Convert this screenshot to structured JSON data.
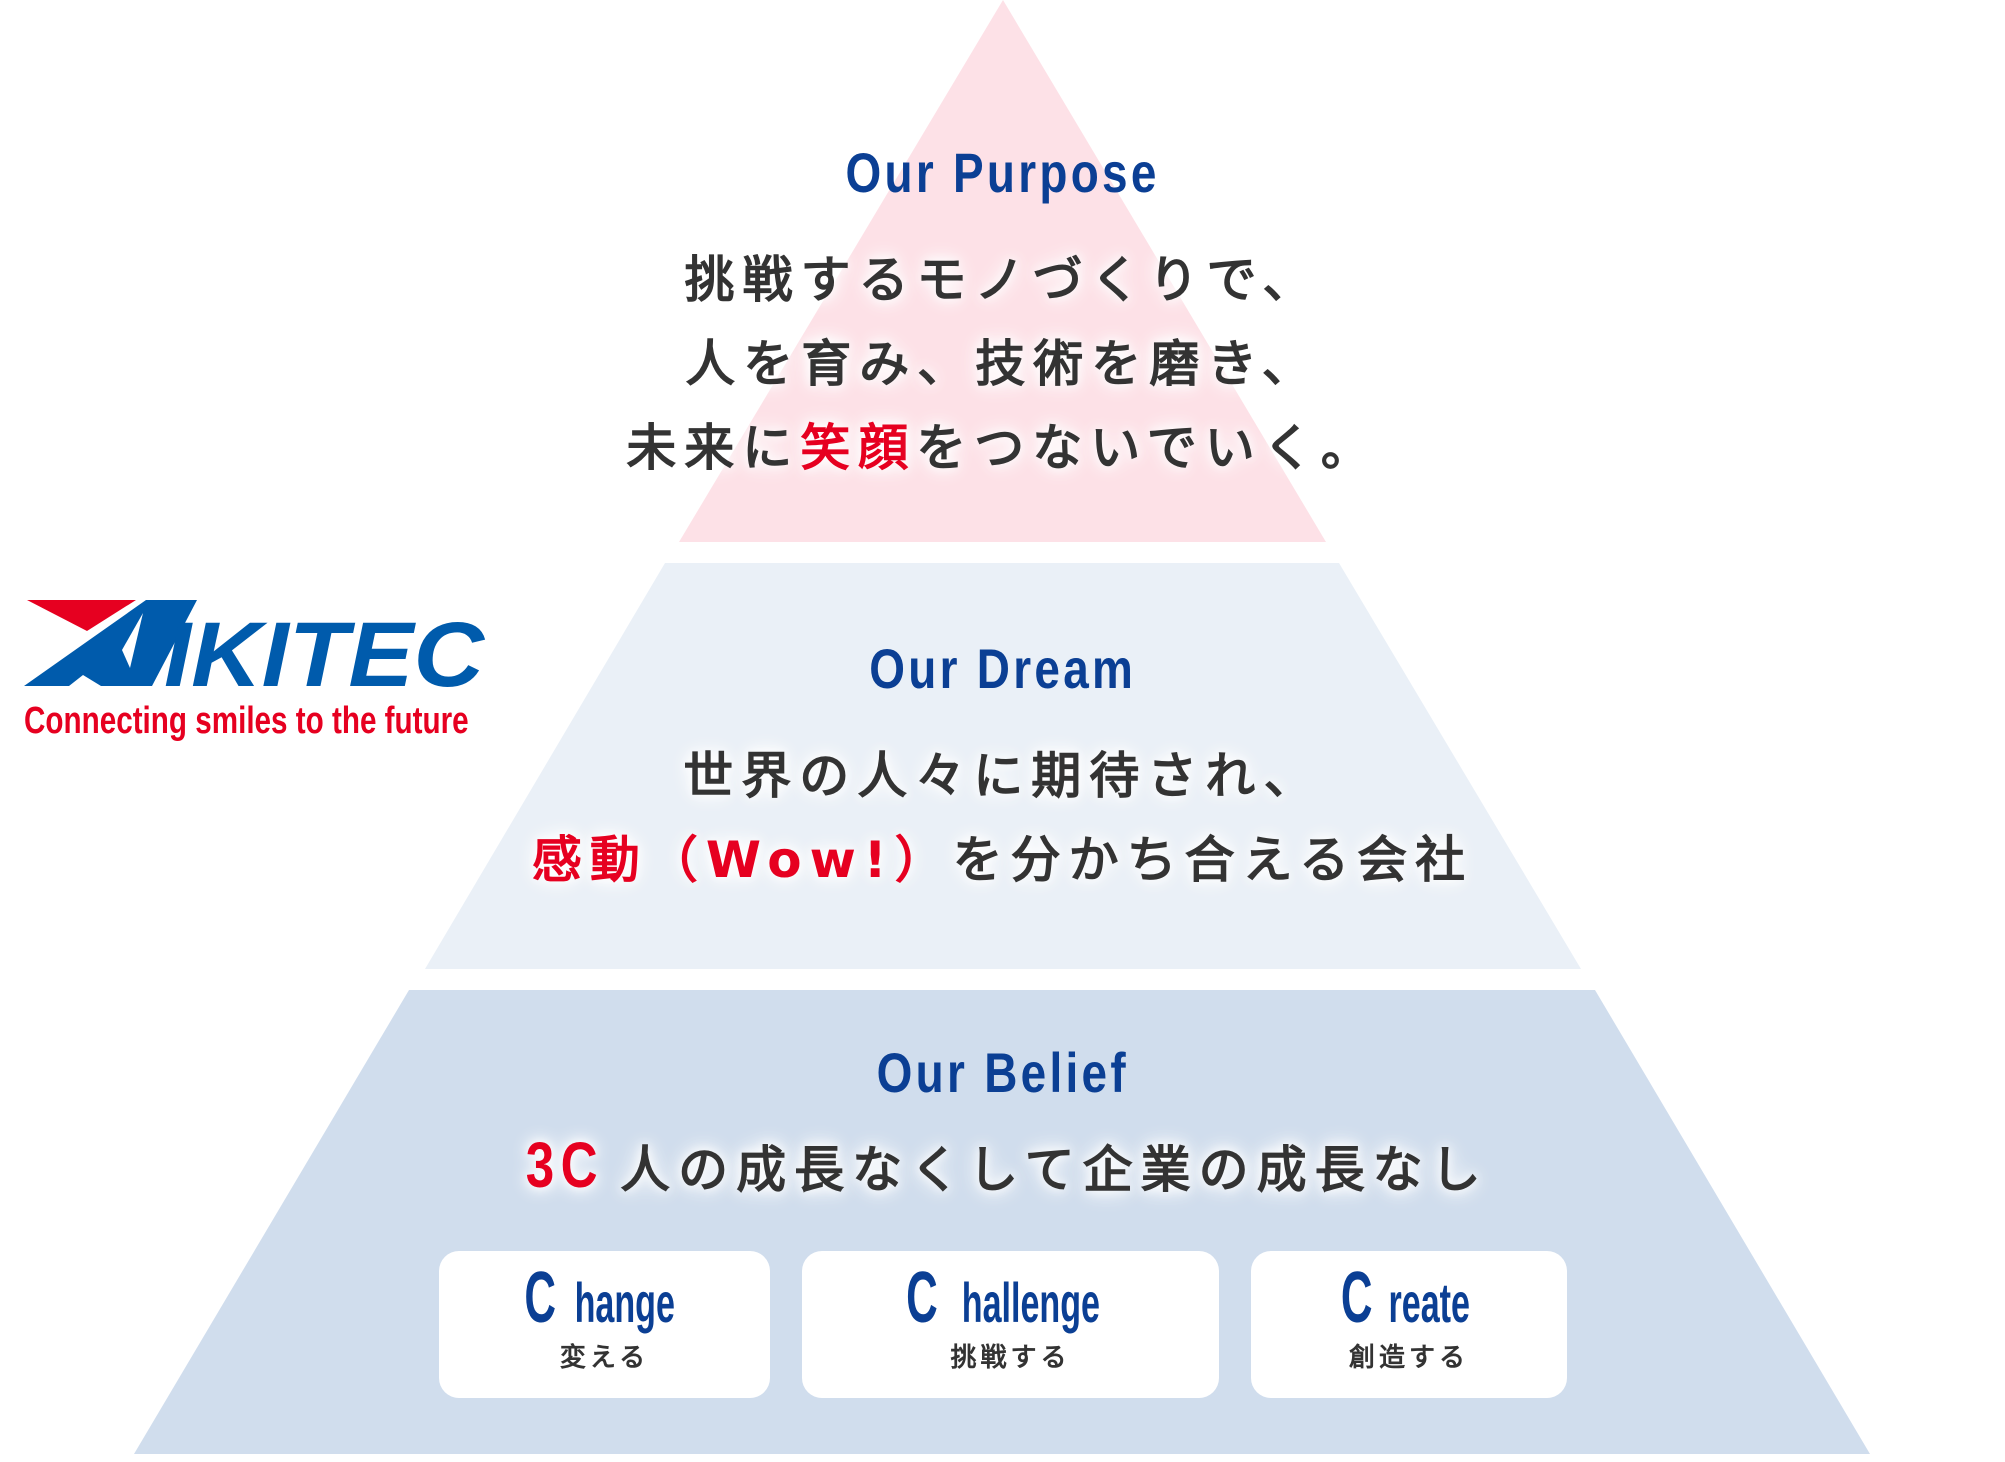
{
  "brand": {
    "logo_text": "AIKITEC",
    "tagline": "Connecting smiles to the future",
    "colors": {
      "blue": "#005bac",
      "red": "#e60020"
    }
  },
  "purpose": {
    "title": "Our Purpose",
    "line1": "挑戦するモノづくりで、",
    "line2": "人を育み、技術を磨き、",
    "line3_a": "未来に",
    "line3_highlight": "笑顔",
    "line3_b": "をつないでいく。"
  },
  "dream": {
    "title": "Our Dream",
    "line1": "世界の人々に期待され、",
    "line2_highlight": "感動（Wow!）",
    "line2_b": "を分かち合える会社"
  },
  "belief": {
    "title": "Our Belief",
    "prefix": "3C",
    "line": "人の成長なくして企業の成長なし",
    "items": [
      {
        "initial": "C",
        "rest": "hange",
        "ja": "変える"
      },
      {
        "initial": "C",
        "rest": "hallenge",
        "ja": "挑戦する"
      },
      {
        "initial": "C",
        "rest": "reate",
        "ja": "創造する"
      }
    ]
  },
  "colors": {
    "tier1": "#fde1e7",
    "tier2": "#eaf0f7",
    "tier3": "#d0dded",
    "title": "#0b3f94",
    "accent": "#e60020"
  }
}
